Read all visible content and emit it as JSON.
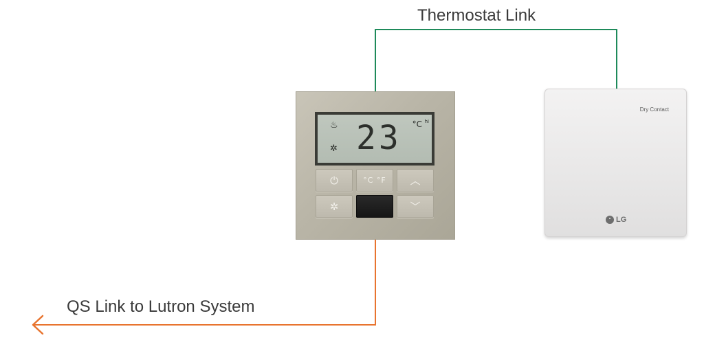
{
  "labels": {
    "thermostat_link": "Thermostat Link",
    "qs_link": "QS Link to Lutron System"
  },
  "keypad": {
    "display": {
      "temperature": "23",
      "unit": "°C",
      "unit_superscript": "hi"
    },
    "buttons": {
      "power_icon": "⏻",
      "units": "°C °F",
      "up_icon": "︿",
      "fan_icon": "✲",
      "down_icon": "﹀"
    }
  },
  "device": {
    "label": "Dry Contact",
    "brand": "LG"
  },
  "colors": {
    "thermostat_link": "#1e8a5a",
    "qs_link": "#e8742f"
  }
}
